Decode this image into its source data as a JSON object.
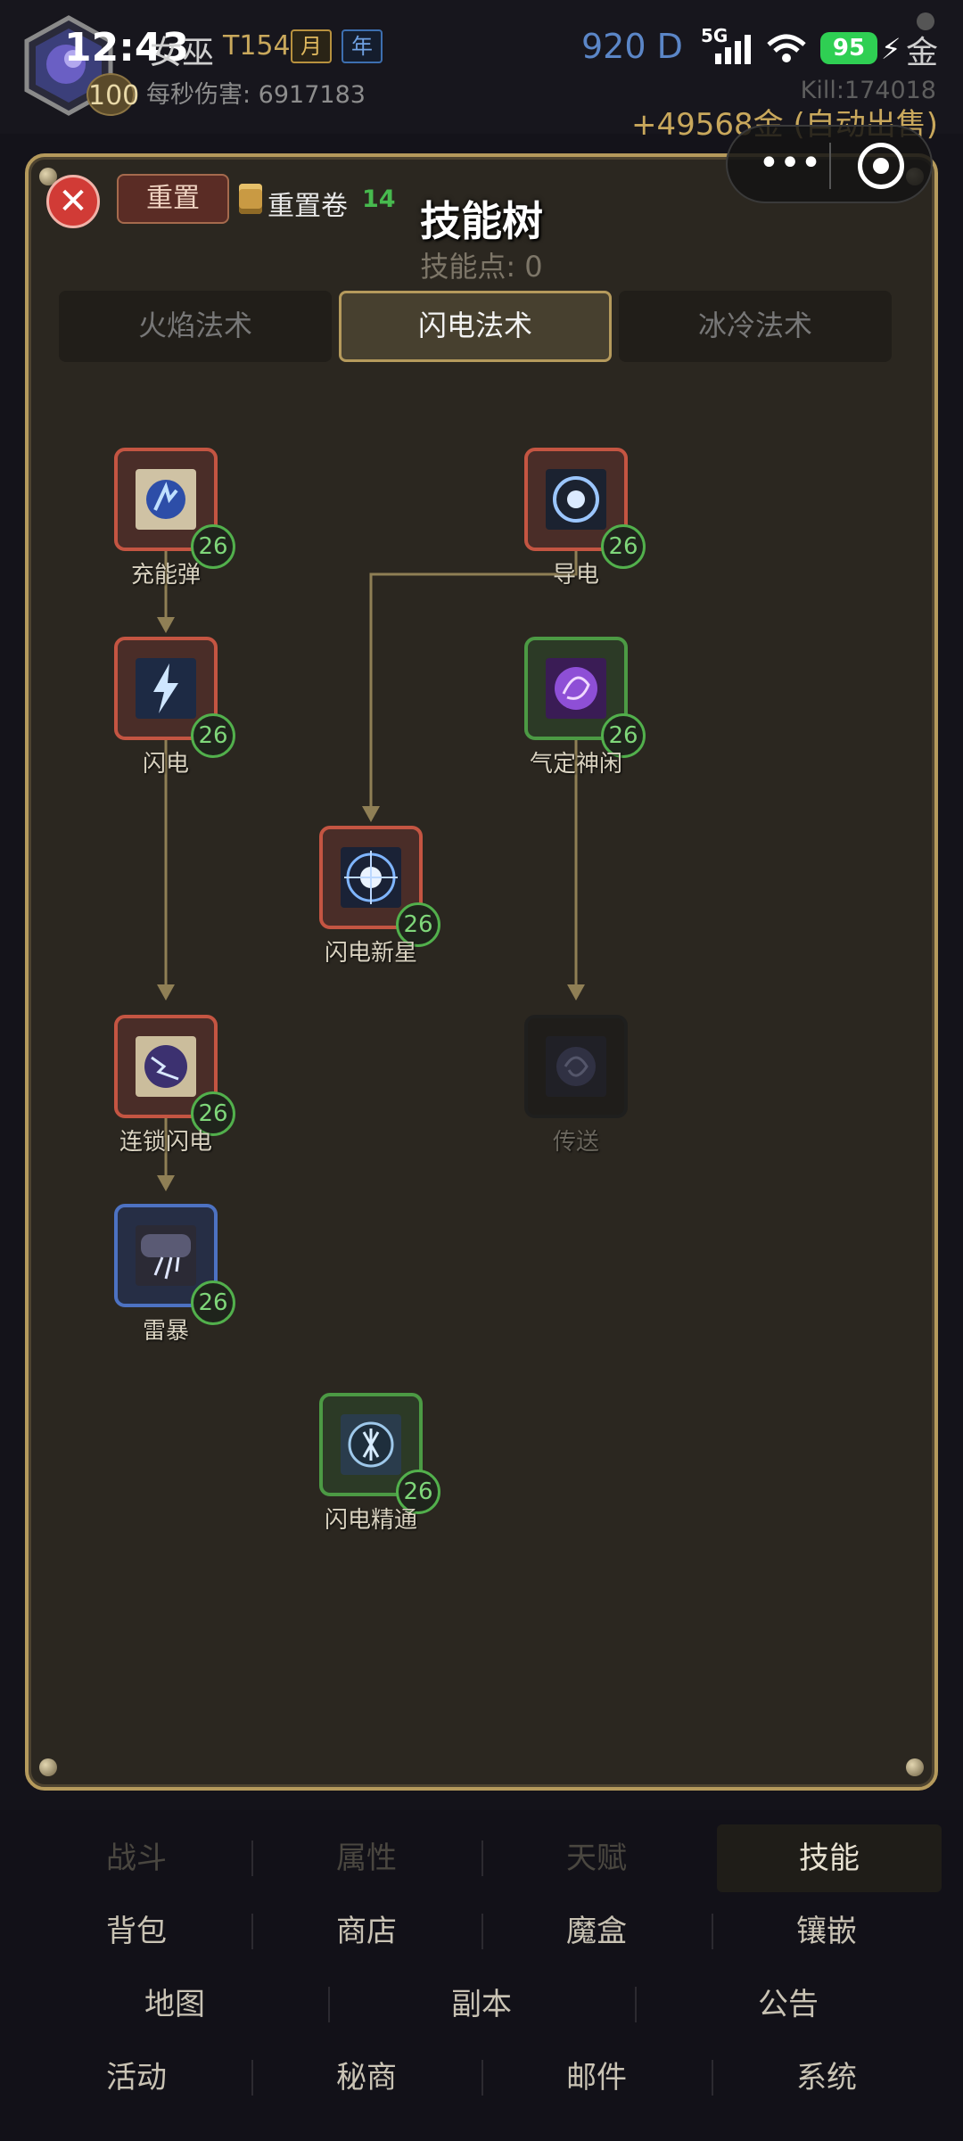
{
  "header": {
    "time": "12:43",
    "character_name": "女巫",
    "tier": "T154",
    "tag_month": "月",
    "tag_year": "年",
    "level": "100",
    "dps": "每秒伤害: 6917183",
    "gold_d": "920 D",
    "network": "5G",
    "battery": "95",
    "gold_label": "金",
    "kill": "Kill:174018",
    "auto_sell": "+49568金 (自动出售)"
  },
  "panel": {
    "reset_label": "重置",
    "reset_scroll_label": "重置卷",
    "reset_scroll_count": "14",
    "title": "技能树",
    "skill_points": "技能点: 0",
    "tabs": [
      {
        "label": "火焰法术",
        "active": false
      },
      {
        "label": "闪电法术",
        "active": true
      },
      {
        "label": "冰冷法术",
        "active": false
      }
    ]
  },
  "skills": [
    {
      "name": "充能弹",
      "level": "26",
      "frame": "red",
      "icon": "charged-bolt-icon",
      "locked": false
    },
    {
      "name": "导电",
      "level": "26",
      "frame": "red",
      "icon": "conduction-icon",
      "locked": false
    },
    {
      "name": "闪电",
      "level": "26",
      "frame": "red",
      "icon": "lightning-icon",
      "locked": false
    },
    {
      "name": "气定神闲",
      "level": "26",
      "frame": "green",
      "icon": "composure-icon",
      "locked": false
    },
    {
      "name": "闪电新星",
      "level": "26",
      "frame": "red",
      "icon": "nova-icon",
      "locked": false
    },
    {
      "name": "连锁闪电",
      "level": "26",
      "frame": "red",
      "icon": "chain-lightning-icon",
      "locked": false
    },
    {
      "name": "传送",
      "level": "",
      "frame": "locked",
      "icon": "teleport-icon",
      "locked": true
    },
    {
      "name": "雷暴",
      "level": "26",
      "frame": "blue",
      "icon": "thunderstorm-icon",
      "locked": false
    },
    {
      "name": "闪电精通",
      "level": "26",
      "frame": "green",
      "icon": "lightning-mastery-icon",
      "locked": false
    }
  ],
  "nav": {
    "row1": [
      {
        "label": "战斗",
        "state": "disabled"
      },
      {
        "label": "属性",
        "state": "disabled"
      },
      {
        "label": "天赋",
        "state": "disabled"
      },
      {
        "label": "技能",
        "state": "active"
      }
    ],
    "row2": [
      {
        "label": "背包"
      },
      {
        "label": "商店"
      },
      {
        "label": "魔盒"
      },
      {
        "label": "镶嵌"
      }
    ],
    "row3": [
      {
        "label": "地图"
      },
      {
        "label": "副本"
      },
      {
        "label": "公告"
      }
    ],
    "row4": [
      {
        "label": "活动"
      },
      {
        "label": "秘商"
      },
      {
        "label": "邮件"
      },
      {
        "label": "系统"
      }
    ]
  },
  "colors": {
    "frame_red": "#c45542",
    "frame_green": "#4c9a44",
    "frame_blue": "#4d72c2",
    "panel_border": "#b59a5c",
    "level_green": "#7fd77a"
  }
}
